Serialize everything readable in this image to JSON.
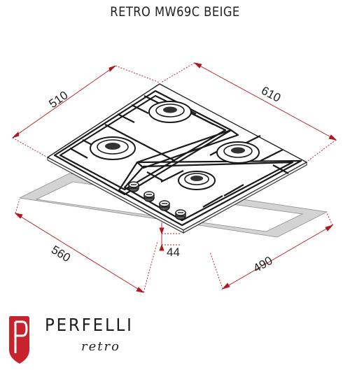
{
  "title": "RETRO MW69C BEIGE",
  "dimensions": {
    "top_depth": "510",
    "top_width": "610",
    "cutout_depth": "560",
    "cutout_width": "490",
    "height": "44"
  },
  "brand": {
    "name": "PERFELLI",
    "sub": "retro",
    "colors": {
      "badge_red": "#c8232c",
      "dim_red": "#b01820",
      "cutout_gray": "#d2d2d2"
    }
  }
}
